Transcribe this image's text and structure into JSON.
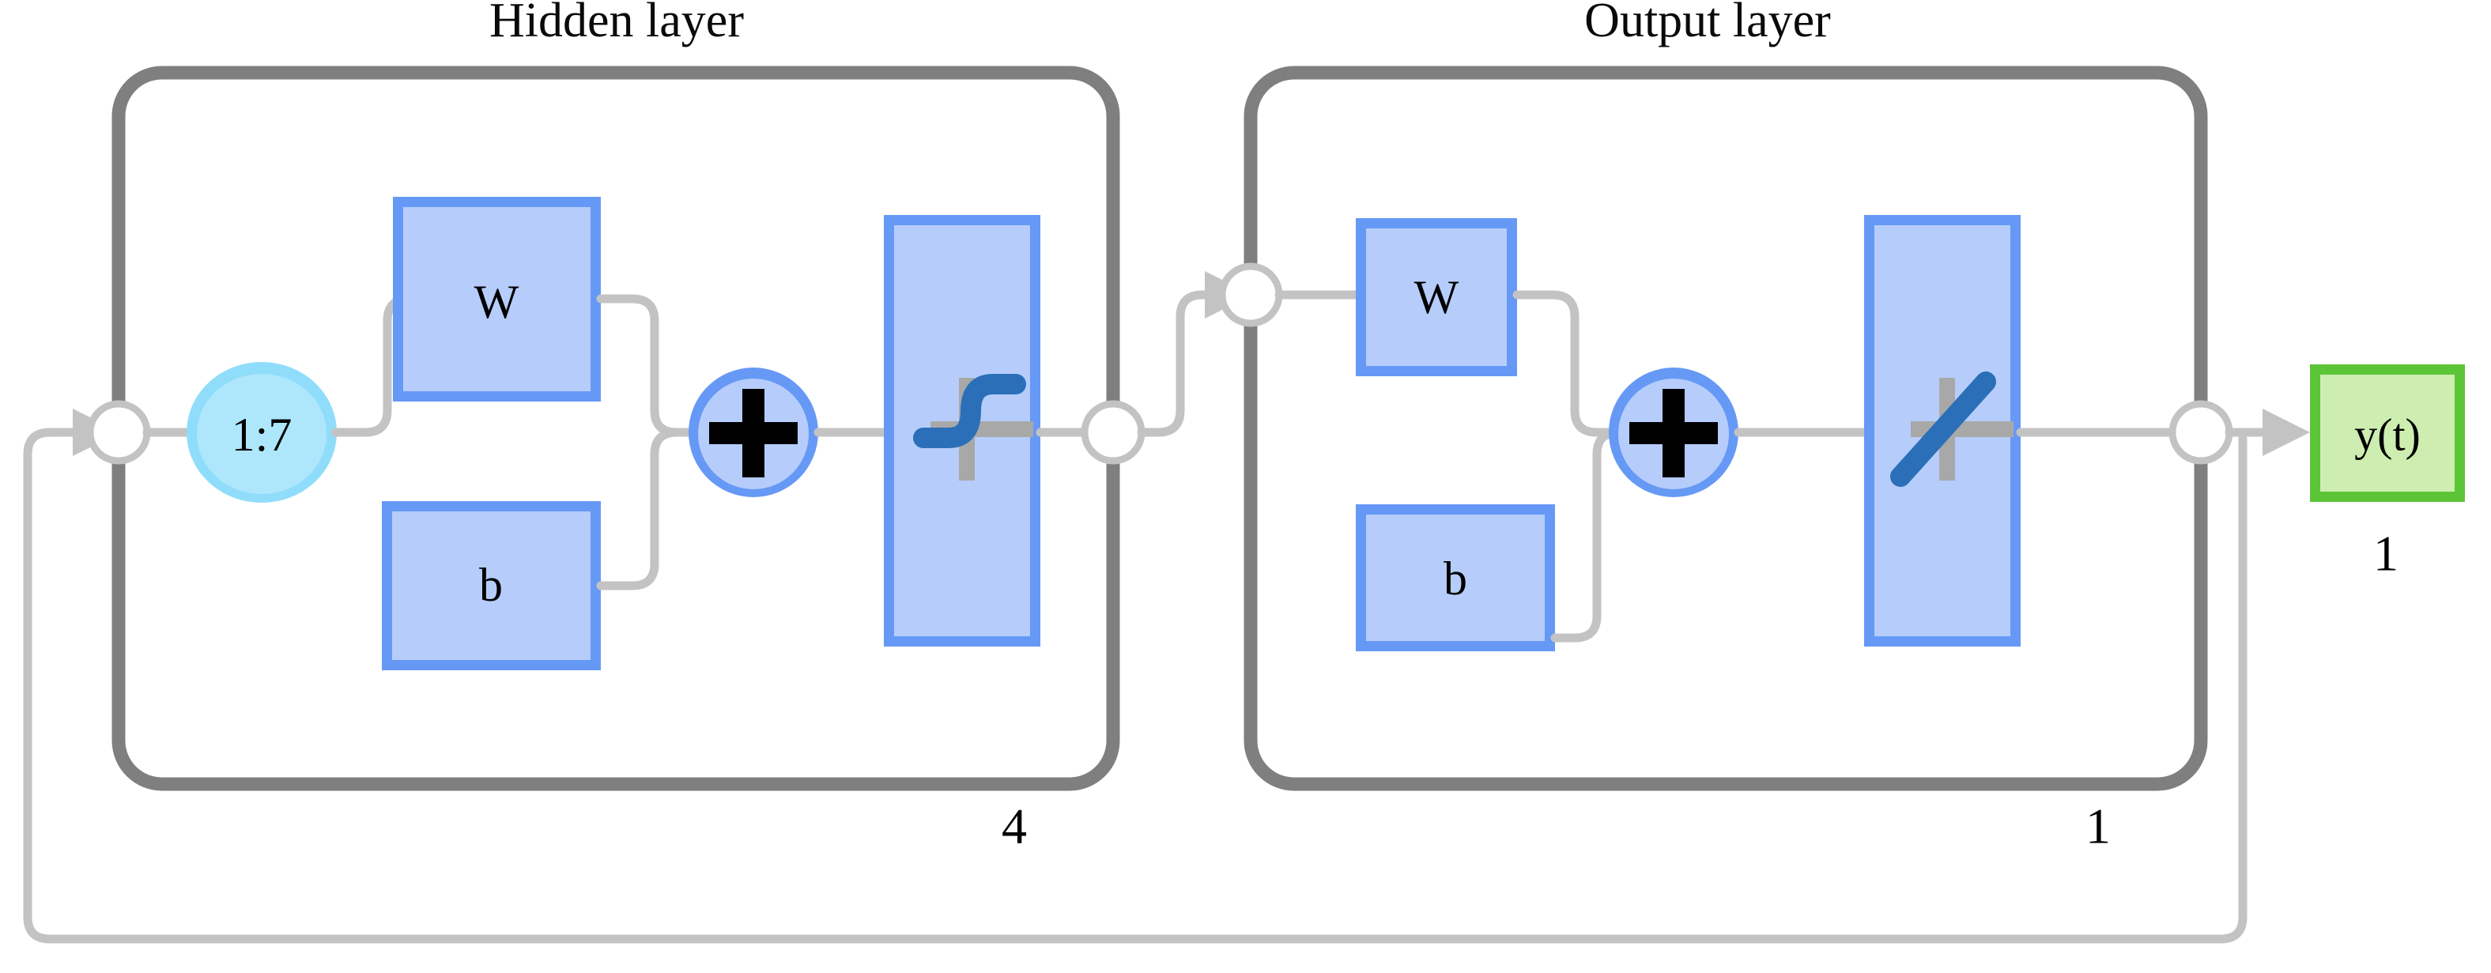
{
  "diagram": {
    "type": "neural-network-architecture",
    "description": "NARX / time-delay neural network block diagram with feedback loop"
  },
  "layers": [
    {
      "key": "hidden",
      "title": "Hidden layer",
      "size_label": "4",
      "input_node_icon": "junction-node-icon",
      "delay_label": "1:7",
      "weight_label": "W",
      "bias_label": "b",
      "sum_icon": "plus-icon",
      "activation_icon": "sigmoid-icon",
      "activation_name": "tansig"
    },
    {
      "key": "output",
      "title": "Output layer",
      "size_label": "1",
      "input_node_icon": "junction-node-icon",
      "weight_label": "W",
      "bias_label": "b",
      "sum_icon": "plus-icon",
      "activation_icon": "linear-icon",
      "activation_name": "purelin"
    }
  ],
  "output": {
    "label": "y(t)",
    "size_label": "1"
  },
  "connections": {
    "feedback_arrow_icon": "arrow-right-icon",
    "interlayer_arrow_icon": "arrow-right-icon",
    "output_arrow_icon": "arrow-right-icon"
  },
  "colors": {
    "wire": "#c3c3c3",
    "layer_border": "#7f7f7f",
    "param_border": "#6699f5",
    "param_fill": "#b6cdfb",
    "delay_border": "#8fddfb",
    "delay_fill": "#aee7fc",
    "output_border": "#5cc437",
    "output_fill": "#cdeeb0",
    "activation_curve": "#2a6fb8",
    "activation_axis": "#a8a8a8",
    "text": "#000000",
    "background": "#ffffff"
  }
}
